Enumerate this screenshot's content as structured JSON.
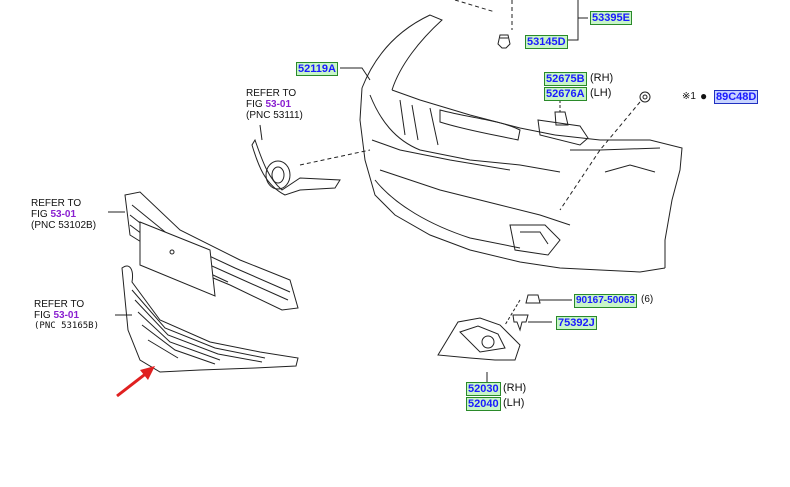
{
  "parts": {
    "p53395E": "53395E",
    "p53145D": "53145D",
    "p52119A": "52119A",
    "p52675B": "52675B",
    "p52675B_side": "(RH)",
    "p52676A": "52676A",
    "p52676A_side": "(LH)",
    "p89C48D_prefix": "※1",
    "p89C48D": "89C48D",
    "p90167": "90167-50063",
    "p90167_suffix": "(6)",
    "p75392J": "75392J",
    "p52030": "52030",
    "p52030_side": "(RH)",
    "p52040": "52040",
    "p52040_side": "(LH)"
  },
  "refs": {
    "r1": {
      "l1": "REFER TO",
      "fig_prefix": "FIG ",
      "fig": "53-01",
      "pnc": "(PNC 53111)"
    },
    "r2": {
      "l1": "REFER TO",
      "fig_prefix": "FIG ",
      "fig": "53-01",
      "pnc": "(PNC 53102B)"
    },
    "r3": {
      "l1": "REFER TO",
      "fig_prefix": "FIG ",
      "fig": "53-01",
      "pnc": "(PNC 53165B)"
    }
  },
  "colors": {
    "highlight_arrow": "#e02020",
    "fig_link": "#8a20d0",
    "part_text": "#1a1aff"
  }
}
